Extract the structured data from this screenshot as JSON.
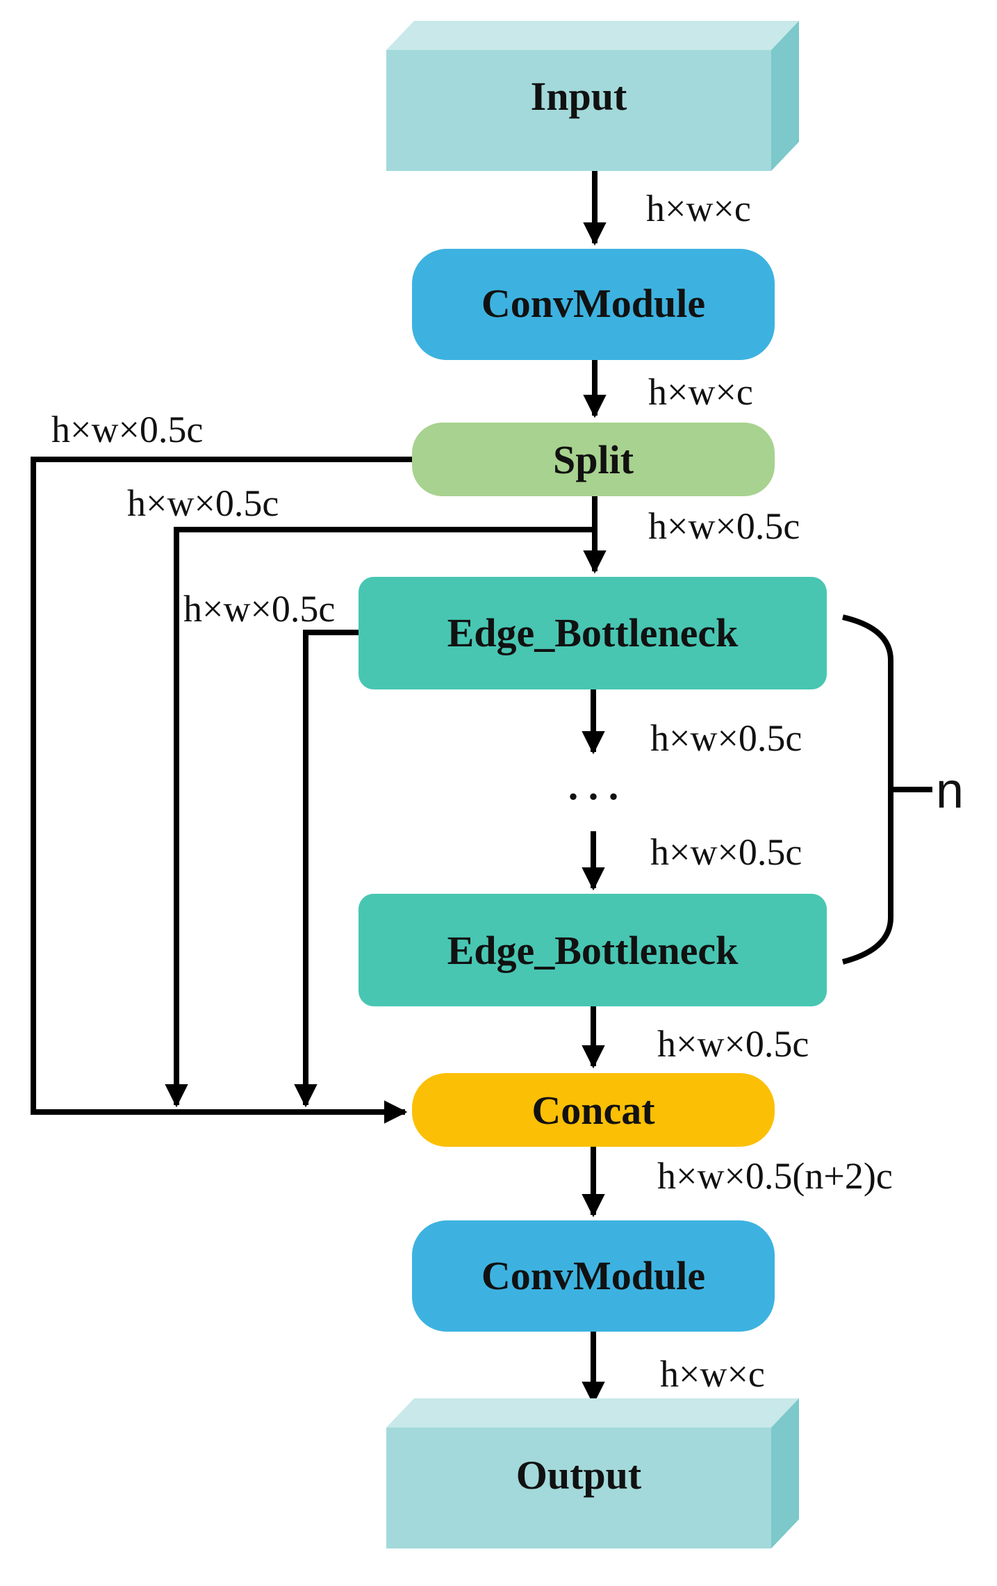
{
  "colors": {
    "io_front": "#a3d9da",
    "io_top": "#c8e8e9",
    "io_side": "#7cc8ca",
    "conv": "#3db2e0",
    "split": "#a8d28f",
    "bottleneck": "#48c6b2",
    "concat": "#fbbf05",
    "line": "#000000"
  },
  "nodes": {
    "input": "Input",
    "conv1": "ConvModule",
    "split": "Split",
    "bottleneck1": "Edge_Bottleneck",
    "bottleneck2": "Edge_Bottleneck",
    "concat": "Concat",
    "conv2": "ConvModule",
    "output": "Output"
  },
  "dims": {
    "input_to_conv": "h×w×c",
    "conv_to_split": "h×w×c",
    "split_left": "h×w×0.5c",
    "split_second": "h×w×0.5c",
    "split_to_bottleneck": "h×w×0.5c",
    "bottleneck_left": "h×w×0.5c",
    "bottleneck_down1": "h×w×0.5c",
    "bottleneck_down2": "h×w×0.5c",
    "bottleneck_to_concat": "h×w×0.5c",
    "concat_to_conv": "h×w×0.5(n+2)c",
    "conv_to_output": "h×w×c"
  },
  "ellipsis": ". . .",
  "repeat_label": "n"
}
